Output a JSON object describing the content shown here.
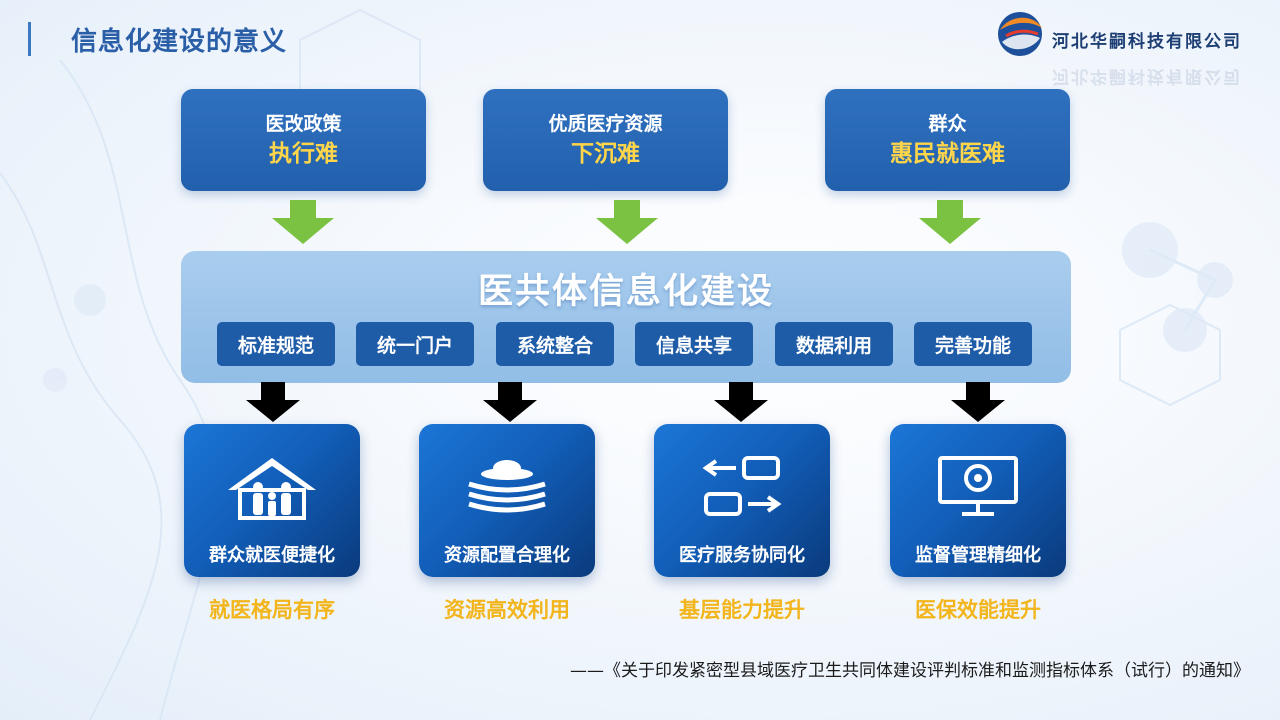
{
  "header": {
    "title": "信息化建设的意义",
    "company": "河北华嗣科技有限公司",
    "logo_icon": "company-logo-icon"
  },
  "top_boxes": [
    {
      "label": "医改政策",
      "emphasis": "执行难"
    },
    {
      "label": "优质医疗资源",
      "emphasis": "下沉难"
    },
    {
      "label": "群众",
      "emphasis": "惠民就医难"
    }
  ],
  "center": {
    "title": "医共体信息化建设",
    "features": [
      "标准规范",
      "统一门户",
      "系统整合",
      "信息共享",
      "数据利用",
      "完善功能"
    ]
  },
  "cards": [
    {
      "label": "群众就医便捷化",
      "icon": "family-home-icon",
      "outcome": "就医格局有序"
    },
    {
      "label": "资源配置合理化",
      "icon": "layered-stack-icon",
      "outcome": "资源高效利用"
    },
    {
      "label": "医疗服务协同化",
      "icon": "exchange-arrows-icon",
      "outcome": "基层能力提升"
    },
    {
      "label": "监督管理精细化",
      "icon": "monitor-icon",
      "outcome": "医保效能提升"
    }
  ],
  "citation": "——《关于印发紧密型县域医疗卫生共同体建设评判标准和监测指标体系（试行）的通知》",
  "colors": {
    "title_blue": "#2a5fa8",
    "box_blue": "#2260ad",
    "emphasis_yellow": "#ffd54a",
    "arrow_green": "#7cc242",
    "arrow_black": "#000000",
    "outcome_gold": "#f2b51c"
  }
}
